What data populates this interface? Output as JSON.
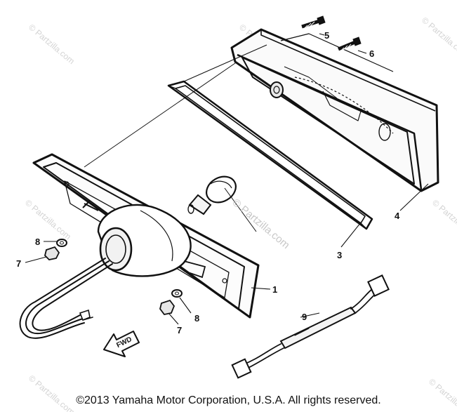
{
  "callouts": {
    "c1": "1",
    "c3": "3",
    "c4": "4",
    "c5": "5",
    "c6": "6",
    "c7a": "7",
    "c7b": "7",
    "c8a": "8",
    "c8b": "8",
    "c9": "9"
  },
  "fwd_label": "FWD",
  "watermark": {
    "center": "© Partzilla.com",
    "corner": "© Partzilla.com"
  },
  "copyright": "©2013  Yamaha Motor Corporation, U.S.A. All rights reserved."
}
